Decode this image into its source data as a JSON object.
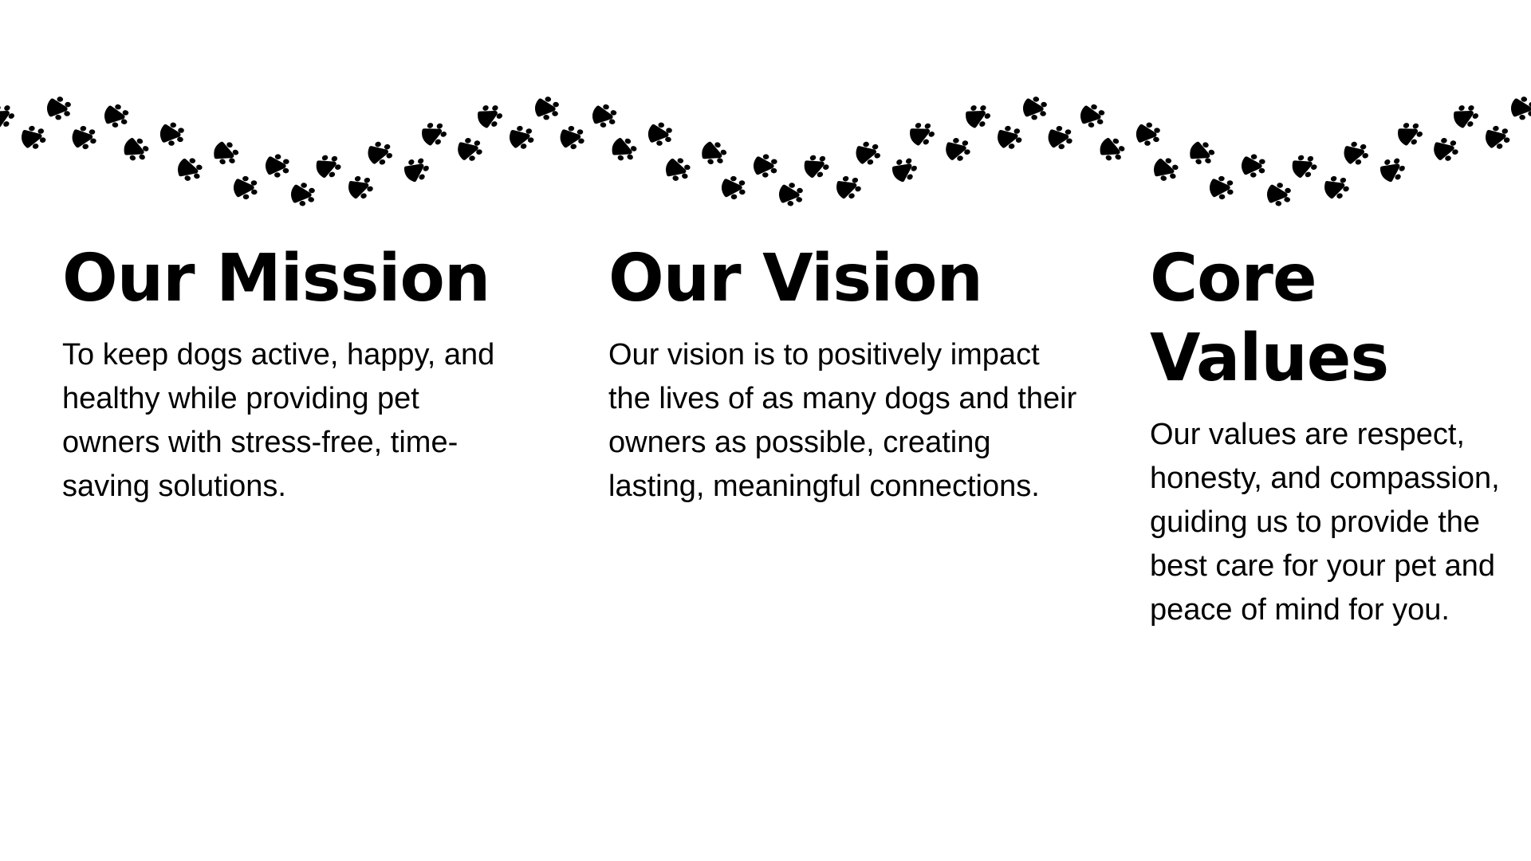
{
  "colors": {
    "paw": "#000000",
    "text": "#000000",
    "background": "#ffffff"
  },
  "decoration": {
    "icon": "paw-print-icon"
  },
  "sections": [
    {
      "title": "Our Mission",
      "body": "To keep dogs active, happy, and healthy while providing pet owners with stress-free, time-saving solutions."
    },
    {
      "title": "Our Vision",
      "body": "Our vision is to positively impact the lives of as many dogs and their owners as possible, creating lasting, meaningful connections."
    },
    {
      "title": "Core Values",
      "body": "Our values are respect, honesty, and compassion, guiding us to provide the best care for your pet and peace of mind for you."
    }
  ]
}
